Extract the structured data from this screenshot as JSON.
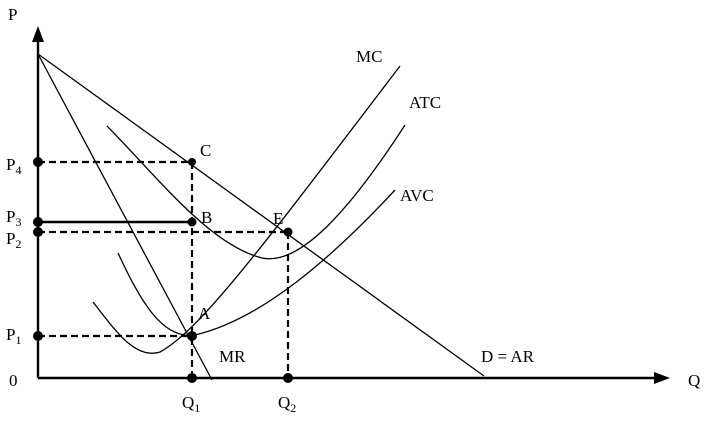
{
  "axes": {
    "y_label": "P",
    "x_label": "Q",
    "origin_label": "0"
  },
  "curves": {
    "mc": "MC",
    "atc": "ATC",
    "avc": "AVC",
    "mr": "MR",
    "demand": "D = AR"
  },
  "points": {
    "a": "A",
    "b": "B",
    "c": "C",
    "e": "E"
  },
  "y_ticks": [
    {
      "base": "P",
      "sub": "4"
    },
    {
      "base": "P",
      "sub": "3"
    },
    {
      "base": "P",
      "sub": "2"
    },
    {
      "base": "P",
      "sub": "1"
    }
  ],
  "x_ticks": [
    {
      "base": "Q",
      "sub": "1"
    },
    {
      "base": "Q",
      "sub": "2"
    }
  ]
}
